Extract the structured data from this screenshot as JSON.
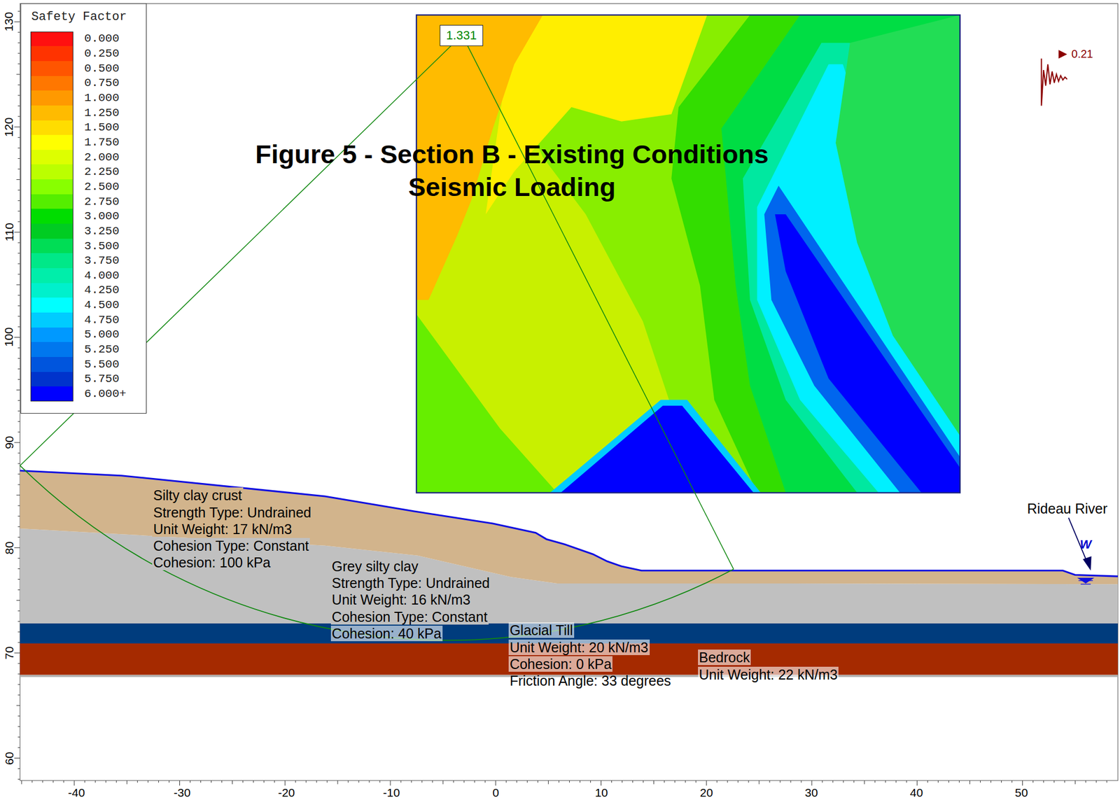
{
  "diagram": {
    "title": "Figure 5 - Section B - Existing Conditions Seismic Loading",
    "nodes": [
      {
        "text": [
          "1.331"
        ]
      },
      {
        "text": [
          "Silty clay crust",
          "Strength Type: Undrained",
          "Unit Weight: 17 kN/m3",
          "Cohesion Type: Constant",
          "Cohesion: 100 kPa"
        ]
      },
      {
        "text": [
          "Grey silty clay",
          "Strength Type: Undrained",
          "Unit Weight: 16 kN/m3",
          "Cohesion Type: Constant",
          "Cohesion: 40 kPa"
        ]
      },
      {
        "text": [
          "Glacial Till",
          "Unit Weight: 20 kN/m3",
          "Cohesion: 0 kPa",
          "Friction Angle: 33 degrees"
        ]
      },
      {
        "text": [
          "Bedrock",
          "Unit Weight: 22 kN/m3"
        ]
      }
    ],
    "labels": [
      "Safety Factor",
      "0.21",
      "Rideau River",
      "W",
      "130",
      "120",
      "110",
      "100",
      "90",
      "80",
      "70",
      "60",
      "-40",
      "-30",
      "-20",
      "-10",
      "0",
      "10",
      "20",
      "30",
      "40",
      "50"
    ],
    "legend": [
      {
        "text": "0.000",
        "color": "#ff1010"
      },
      {
        "text": "0.250",
        "color": "#ff3300"
      },
      {
        "text": "0.500",
        "color": "#ff5500"
      },
      {
        "text": "0.750",
        "color": "#ff7700"
      },
      {
        "text": "1.000",
        "color": "#ff9900"
      },
      {
        "text": "1.250",
        "color": "#ffbb00"
      },
      {
        "text": "1.500",
        "color": "#ffdd00"
      },
      {
        "text": "1.750",
        "color": "#ffff00"
      },
      {
        "text": "2.000",
        "color": "#ddff00"
      },
      {
        "text": "2.250",
        "color": "#bbff00"
      },
      {
        "text": "2.500",
        "color": "#88ff00"
      },
      {
        "text": "2.750",
        "color": "#55ee00"
      },
      {
        "text": "3.000",
        "color": "#00dd00"
      },
      {
        "text": "3.250",
        "color": "#00cc22"
      },
      {
        "text": "3.500",
        "color": "#00dd55"
      },
      {
        "text": "3.750",
        "color": "#00e888"
      },
      {
        "text": "4.000",
        "color": "#00eeaa"
      },
      {
        "text": "4.250",
        "color": "#00f0cc"
      },
      {
        "text": "4.500",
        "color": "#00ffff"
      },
      {
        "text": "4.750",
        "color": "#00ccff"
      },
      {
        "text": "5.000",
        "color": "#0099ff"
      },
      {
        "text": "5.250",
        "color": "#0077ee"
      },
      {
        "text": "5.500",
        "color": "#0055dd"
      },
      {
        "text": "5.750",
        "color": "#0033cc"
      },
      {
        "text": "6.000+",
        "color": "#0000ff"
      }
    ]
  }
}
